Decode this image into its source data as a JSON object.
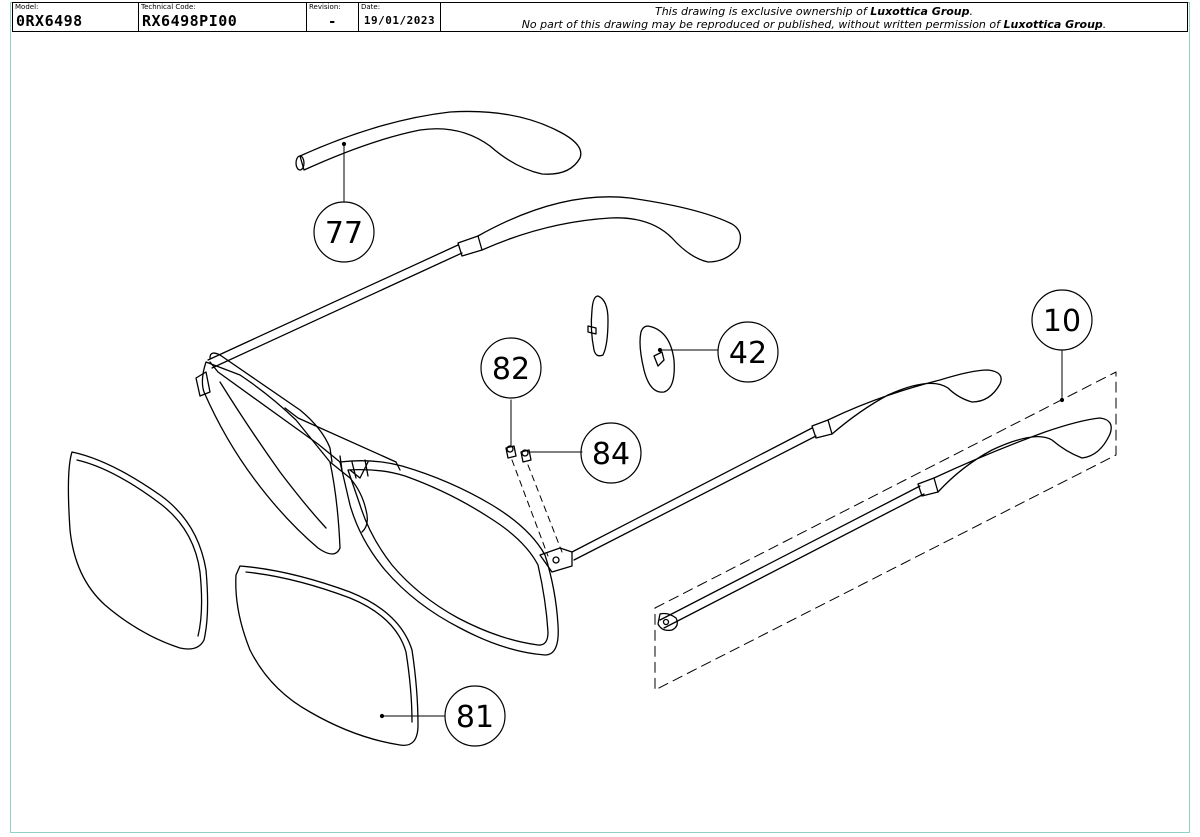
{
  "title_block": {
    "model_caption": "Model:",
    "model_value": "0RX6498",
    "technical_caption": "Technical Code:",
    "technical_value": "RX6498PI00",
    "revision_caption": "Revision:",
    "revision_value": "-",
    "date_caption": "Date:",
    "date_value": "19/01/2023",
    "notice_line1_prefix": "This drawing is exclusive ownership of ",
    "notice_owner": "Luxottica Group",
    "notice_line1_suffix": ".",
    "notice_line2_prefix": "No part of this drawing may be reproduced or published, without written permission of ",
    "notice_line2_suffix": "."
  },
  "callouts": [
    {
      "label": "77"
    },
    {
      "label": "42"
    },
    {
      "label": "82"
    },
    {
      "label": "84"
    },
    {
      "label": "10"
    },
    {
      "label": "81"
    }
  ],
  "colors": {
    "line": "#000000",
    "sheet_border": "#8fd0c8"
  }
}
